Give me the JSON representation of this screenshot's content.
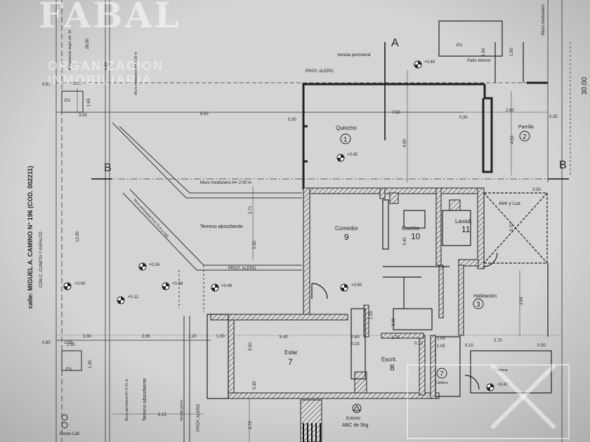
{
  "watermark": {
    "brand": "FABAL",
    "line1": "ORGANIZACION",
    "line2": "INMOBILIARIA"
  },
  "street": {
    "line1": "calle: MIGUEL A. CAMINO N° 196  (COD. 002211)",
    "line2": "CON C. CUNETA Y ASFALTO"
  },
  "sections": {
    "a": "A",
    "b_left": "B",
    "b_right": "B"
  },
  "rooms": {
    "quincho": {
      "name": "Quincho",
      "num": "1"
    },
    "parrilla": {
      "name": "Parrilla",
      "num": "2"
    },
    "habitacion": {
      "name": "Habitación",
      "num": "3"
    },
    "estar": {
      "name": "Estar",
      "num": "7"
    },
    "escrito": {
      "name": "Escrit.",
      "num": "8"
    },
    "comedor": {
      "name": "Comedor",
      "num": "9"
    },
    "cocina": {
      "name": "Cocina",
      "num": "10"
    },
    "lavad": {
      "name": "Lavad.",
      "num": "11"
    },
    "hall": {
      "num": "7"
    }
  },
  "labels": {
    "vereda": "Vereda perimetral",
    "proy_alero_top": "PROY. ALERO",
    "proy_alero_mid": "PROY. ALERO",
    "proy_alero_bottom": "PROY. ALERO",
    "muro_mediana": "Muro medianero H= 2.00 m",
    "muro_perim_diag": "Muro perimetral H=0.70 m y reja",
    "terreno_mid": "Terreno absorbente",
    "terreno_bottom": "Terreno absorbente",
    "patio": "Patio interior",
    "aire_luz": "Aire y Luz",
    "ev_top": "EV.",
    "ev_left": "EV.",
    "ev_left2": "EV.",
    "extintor": "Extintor",
    "extintor2": "ABC de 5kg",
    "cisterna": "Cisterna",
    "caldera": "Caldera",
    "posta": "Posta Calf.",
    "muro_top_right": "Muro medianero",
    "muro_v_left": "Muro medianero H= 2.00 m",
    "a_regularizar": "A regularizar seg/n art. 16",
    "muro_perim_bottom": "Muro perimetral H= 0.70 m",
    "vereda_bottom": "Vereda perim."
  },
  "levels": {
    "l1": "+0.40",
    "l2": "+0.45",
    "l3": "+0.24",
    "l4": "+0.38",
    "l5": "+0.48",
    "l6": "+0.00",
    "l7": "+0.12",
    "l8": "+0.50",
    "l9": "+0.47"
  },
  "dims": {
    "d30": "30.00",
    "d865": "8.65",
    "d750": "7.50",
    "d260": "2.60",
    "d030a": "0.30",
    "d030b": "0.30",
    "d450": "4.50",
    "d450b": "4.50",
    "d271": "2.71",
    "d030c": "0.30",
    "d300": "3.00",
    "d050": "0.50",
    "d100": "1.00",
    "d165": "1.65",
    "d330": "3.30",
    "d080": "0.80",
    "d300b": "3.00",
    "d265": "2.65",
    "d120": "1.20",
    "d130": "1.30",
    "d540": "5.40",
    "d060": "0.60",
    "d015": "0.15",
    "d275": "2.75",
    "d013": "0.13",
    "d105": "1.05",
    "d015b": "0.15",
    "d370": "3.70",
    "d030d": "0.30",
    "d395": "3.95",
    "d105b": "1.05",
    "d1200": "12.00",
    "d2800": "28.00",
    "d515": "5.15",
    "d375": "3.75",
    "d120b": "1.20",
    "d350": "3.50",
    "d340": "3.40",
    "d370b": "3.70",
    "d030e": "0.30",
    "d030f": "0.30",
    "d190": "1.90",
    "d160": "1.60",
    "d050b": "0.50",
    "d100b": "1.00",
    "d330b": "3.30",
    "d130b": "1.30",
    "d1500": "1.50"
  }
}
